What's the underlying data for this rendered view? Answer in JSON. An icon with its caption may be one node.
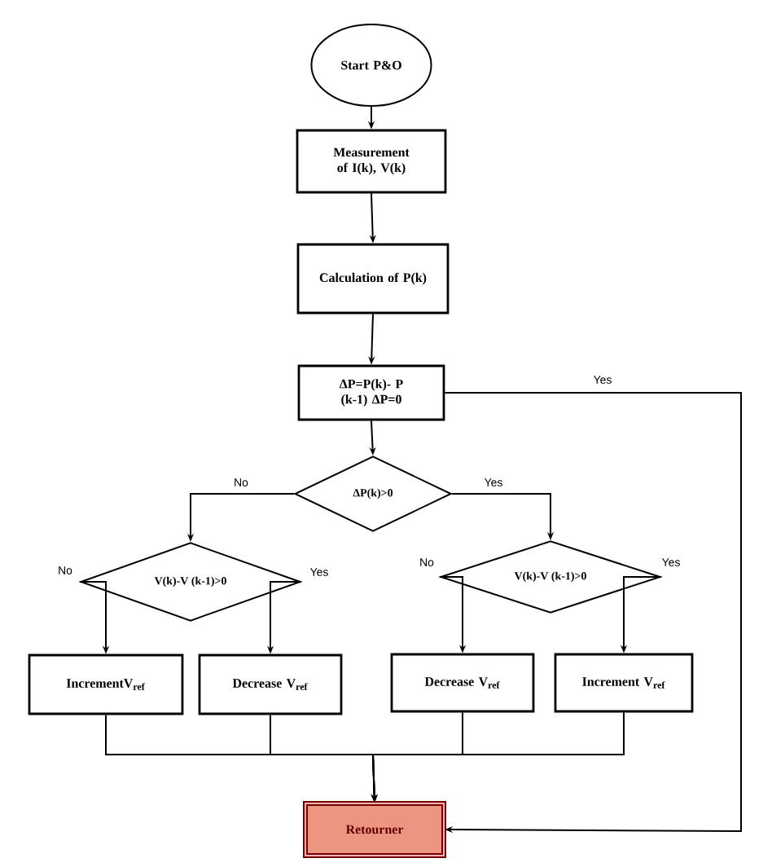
{
  "diagram": {
    "nodes": [
      {
        "text": [
          "Start P&O"
        ]
      },
      {
        "text": [
          "Measurement of I(k), V(k)"
        ]
      },
      {
        "text": [
          "Calculation of P(k)"
        ]
      },
      {
        "text": [
          "ΔP=P(k)- P (k-1) ΔP=0"
        ]
      },
      {
        "text": [
          "ΔP(k)>0"
        ]
      },
      {
        "text": [
          "V(k)-V (k-1)>0"
        ]
      },
      {
        "text": [
          "V(k)-V (k-1)>0"
        ]
      },
      {
        "text": [
          "IncrementV$_{ref}$"
        ]
      },
      {
        "text": [
          "Decrease V$_{ref}$"
        ]
      },
      {
        "text": [
          "Decrease V$_{ref}$"
        ]
      },
      {
        "text": [
          "Increment V$_{ref}$"
        ]
      },
      {
        "text": [
          "Retourner"
        ]
      }
    ],
    "edges": [
      {
        "from": 0,
        "to": 1,
        "arrow": "to"
      },
      {
        "from": 1,
        "to": 2,
        "arrow": "to"
      },
      {
        "from": 2,
        "to": 3,
        "arrow": "to"
      },
      {
        "from": 3,
        "to": 4,
        "arrow": "to"
      },
      {
        "from": 3,
        "to": 11,
        "arrow": "to",
        "label": "Yes"
      },
      {
        "from": 4,
        "to": 5,
        "arrow": "to",
        "label": "No"
      },
      {
        "from": 4,
        "to": 6,
        "arrow": "to",
        "label": "Yes"
      },
      {
        "from": 5,
        "to": 7,
        "arrow": "to",
        "label": "No"
      },
      {
        "from": 5,
        "to": 8,
        "arrow": "to",
        "label": "Yes"
      },
      {
        "from": 6,
        "to": 9,
        "arrow": "to",
        "label": "No"
      },
      {
        "from": 6,
        "to": 10,
        "arrow": "to",
        "label": "Yes"
      },
      {
        "from": 7,
        "to": 11,
        "arrow": "to"
      },
      {
        "from": 8,
        "to": 11,
        "arrow": "to"
      },
      {
        "from": 9,
        "to": 11,
        "arrow": "to"
      },
      {
        "from": 10,
        "to": 11,
        "arrow": "to"
      }
    ]
  }
}
